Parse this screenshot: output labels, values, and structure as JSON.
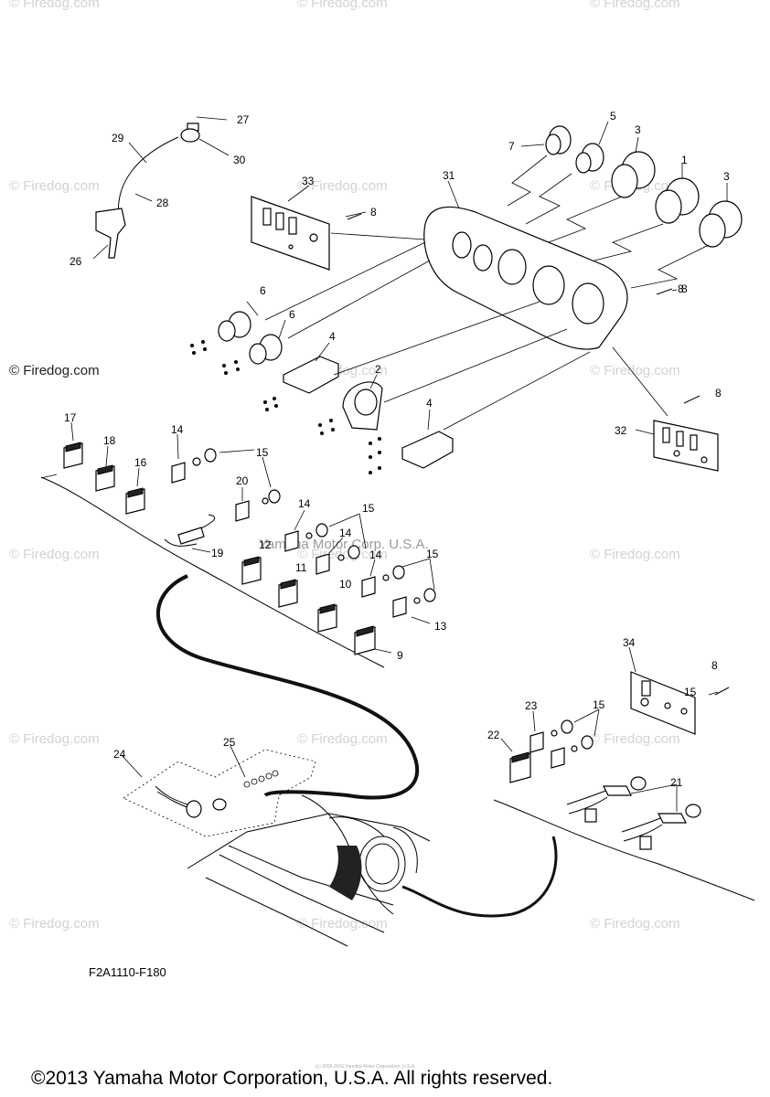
{
  "watermark_text": "© Firedog.com",
  "overlay_text": "Yamaha Motor Corp. U.S.A.",
  "diagram_code": "F2A1110-F180",
  "copyright": "©2013 Yamaha Motor Corporation, U.S.A. All rights reserved.",
  "tiny_copyright": "(c) 2005-2016 Yamaha Motor Corporation, U.S.A.",
  "part_labels": [
    "1",
    "2",
    "3",
    "3",
    "4",
    "4",
    "5",
    "6",
    "6",
    "7",
    "8",
    "8",
    "8",
    "8",
    "8",
    "9",
    "10",
    "11",
    "12",
    "13",
    "14",
    "14",
    "14",
    "14",
    "15",
    "15",
    "15",
    "15",
    "15",
    "16",
    "17",
    "18",
    "19",
    "20",
    "21",
    "22",
    "23",
    "24",
    "25",
    "26",
    "27",
    "28",
    "29",
    "30",
    "31",
    "32",
    "33",
    "34"
  ],
  "icons": [
    "gauge-icon",
    "switch-icon",
    "panel-icon",
    "wire-harness-icon",
    "screw-icon"
  ]
}
